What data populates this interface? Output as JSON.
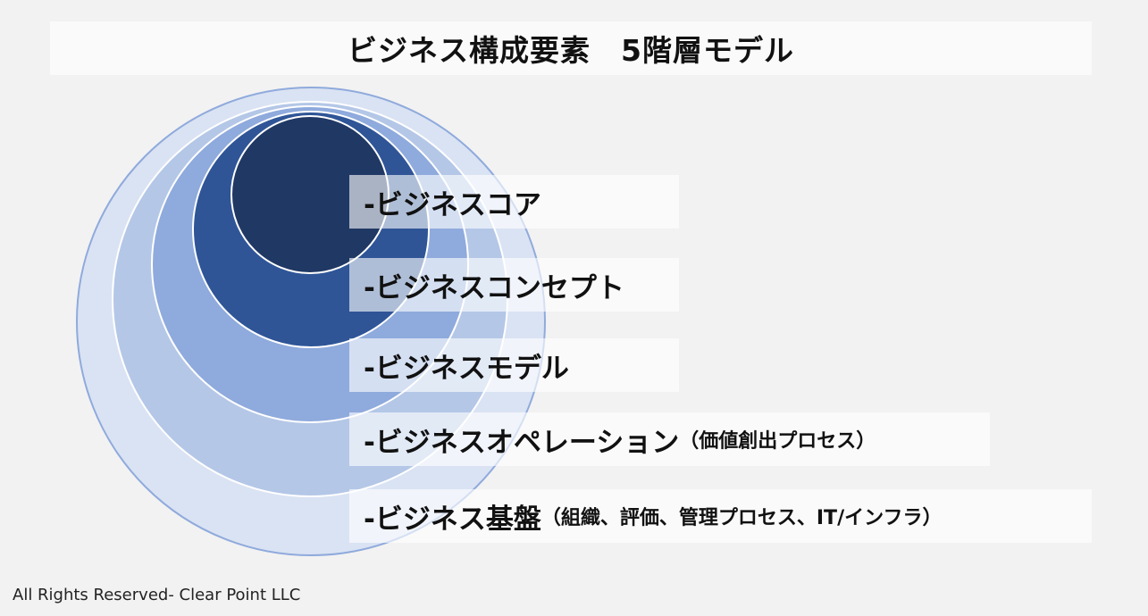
{
  "title": "ビジネス構成要素　5階層モデル",
  "layers": [
    {
      "main": "-ビジネスコア",
      "sub": ""
    },
    {
      "main": "-ビジネスコンセプト",
      "sub": ""
    },
    {
      "main": "-ビジネスモデル",
      "sub": ""
    },
    {
      "main": "-ビジネスオペレーション",
      "sub": "（価値創出プロセス）"
    },
    {
      "main": "-ビジネス基盤",
      "sub": "（組織、評価、管理プロセス、IT/インフラ）"
    }
  ],
  "colors": {
    "layer1": "#203864",
    "layer2": "#2f5597",
    "layer3": "#8faadc",
    "layer4": "#b4c7e7",
    "layer5": "#dae3f3",
    "outline": "#8faadc"
  },
  "footer": "All Rights Reserved- Clear Point LLC"
}
